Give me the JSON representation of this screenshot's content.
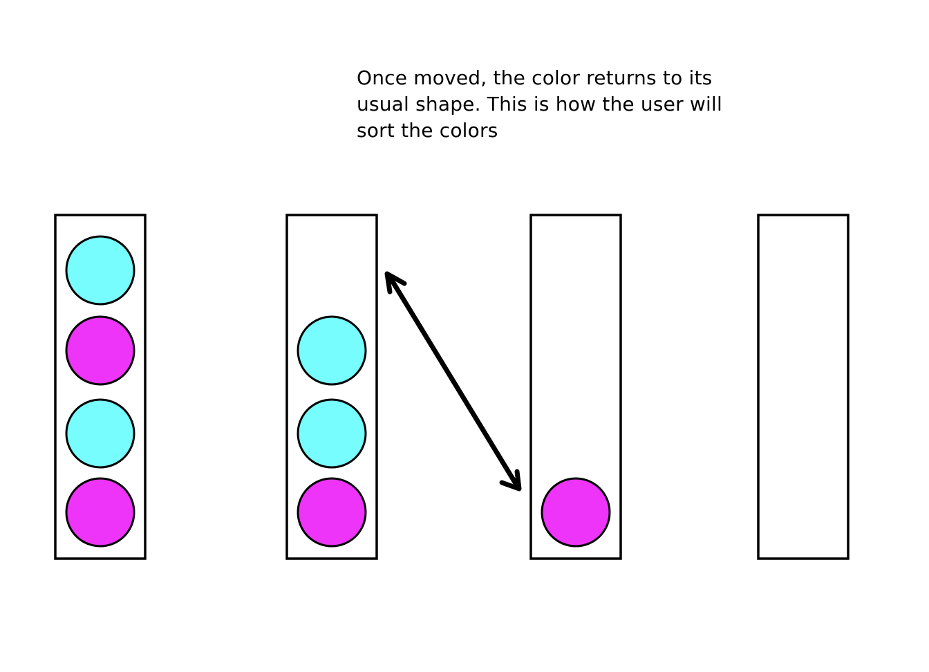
{
  "annotation": {
    "text": "Once moved, the color returns to its usual shape. This is how the user will sort the colors"
  },
  "colors": {
    "cyan": "#77fdfd",
    "magenta": "#ed34f8",
    "stroke": "#000000"
  },
  "tubes": [
    {
      "name": "tube-1",
      "balls": [
        "cyan",
        "magenta",
        "cyan",
        "magenta"
      ]
    },
    {
      "name": "tube-2",
      "balls": [
        "cyan",
        "cyan",
        "magenta"
      ]
    },
    {
      "name": "tube-3",
      "balls": [
        "magenta"
      ]
    },
    {
      "name": "tube-4",
      "balls": []
    }
  ],
  "arrow": {
    "style": "double-headed",
    "connects": [
      "tube-2",
      "tube-3"
    ]
  }
}
